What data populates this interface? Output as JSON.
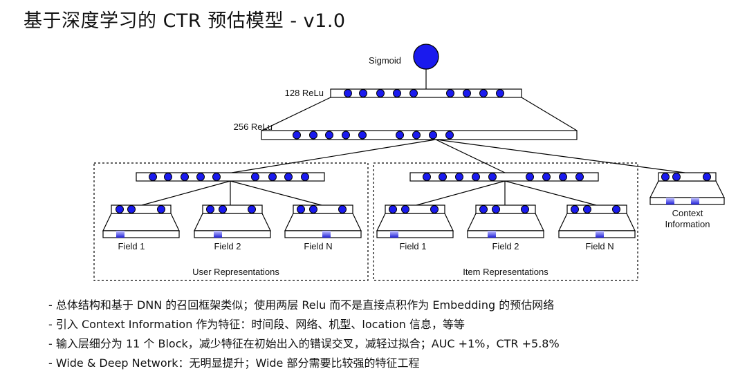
{
  "title": "基于深度学习的 CTR 预估模型 - v1.0",
  "diagram": {
    "sigmoid_label": "Sigmoid",
    "layer1_label": "128 ReLu",
    "layer2_label": "256 ReLu",
    "user_fields": [
      "Field 1",
      "Field 2",
      "Field N"
    ],
    "item_fields": [
      "Field 1",
      "Field 2",
      "Field N"
    ],
    "user_group_label": "User Representations",
    "item_group_label": "Item Representations",
    "context_label": [
      "Context",
      "Information"
    ],
    "colors": {
      "node": "#1a1aee",
      "node_stroke": "#000000",
      "embedding": "#3a3ae0"
    }
  },
  "bullets": [
    "- 总体结构和基于 DNN 的召回框架类似；使用两层 Relu 而不是直接点积作为 Embedding 的预估网络",
    "- 引入 Context Information 作为特征：时间段、网络、机型、location 信息，等等",
    "- 输入层细分为 11 个 Block，减少特征在初始出入的错误交叉，减轻过拟合；AUC +1%，CTR +5.8%",
    "- Wide & Deep Network：无明显提升；Wide 部分需要比较强的特征工程"
  ]
}
